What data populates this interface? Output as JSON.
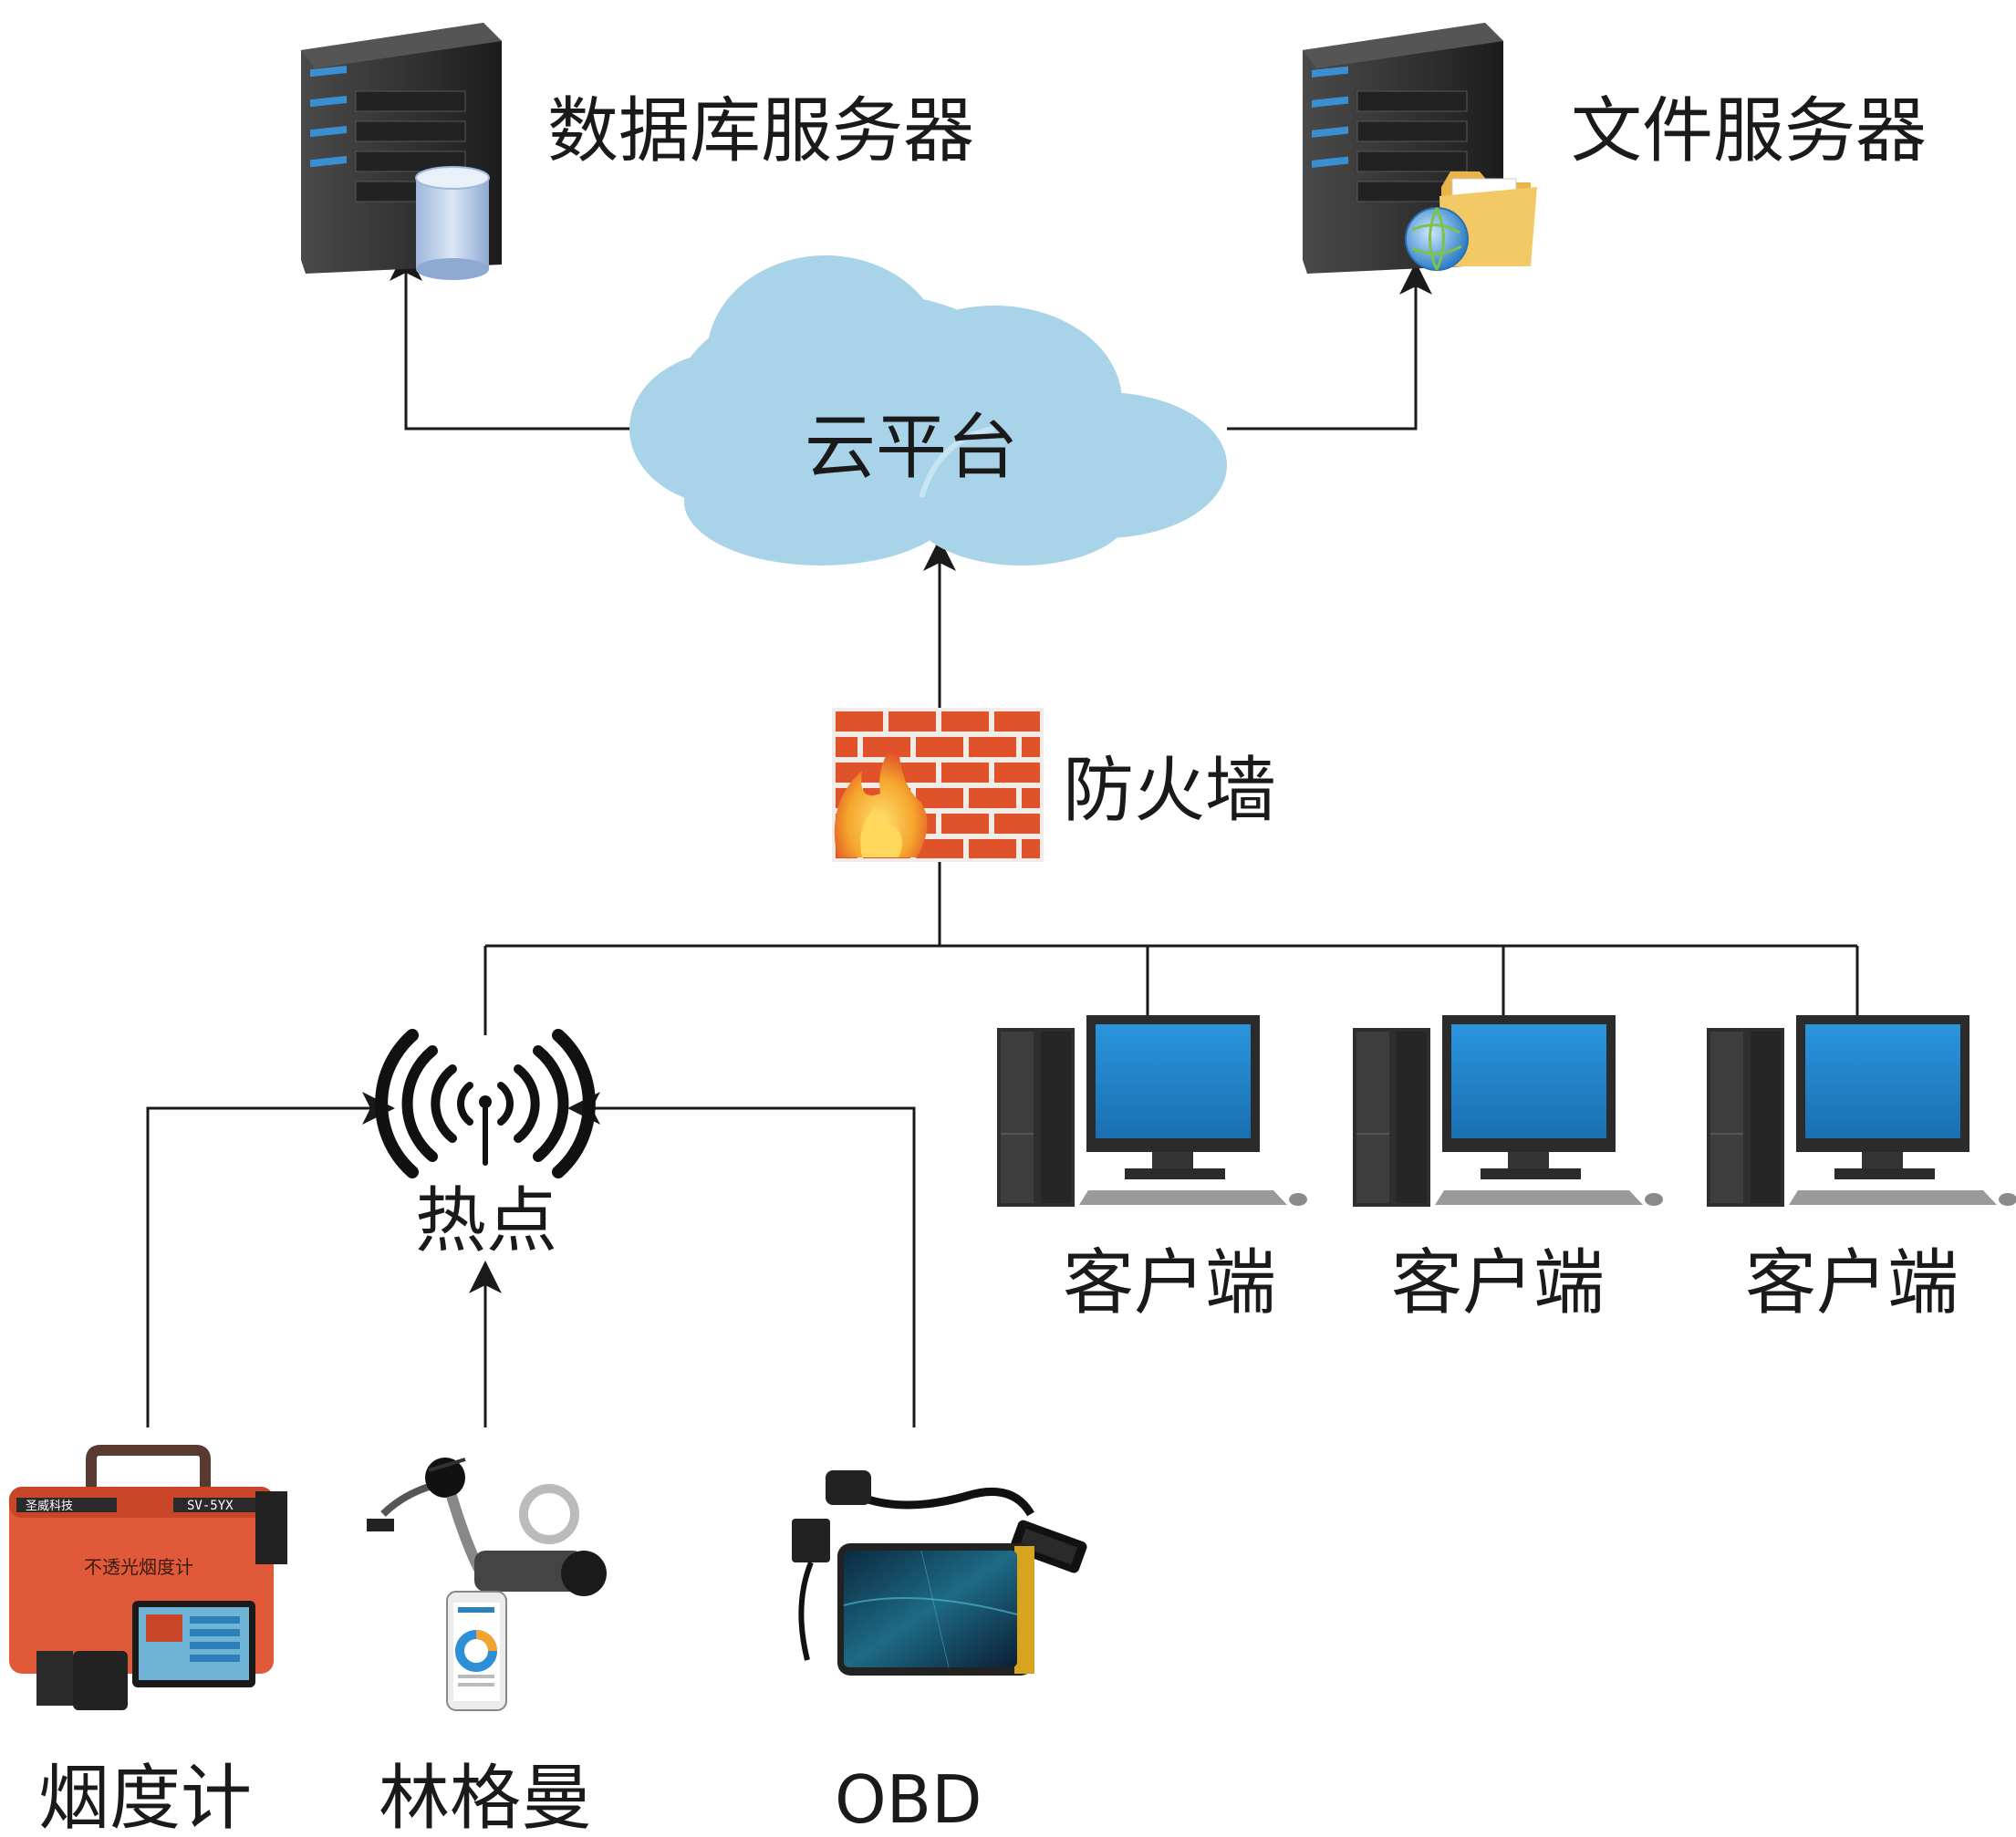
{
  "nodes": {
    "db_server": {
      "label": "数据库服务器"
    },
    "file_server": {
      "label": "文件服务器"
    },
    "cloud": {
      "label": "云平台"
    },
    "firewall": {
      "label": "防火墙"
    },
    "hotspot": {
      "label": "热点"
    },
    "clients": [
      {
        "label": "客户端"
      },
      {
        "label": "客户端"
      },
      {
        "label": "客户端"
      }
    ],
    "devices": [
      {
        "label": "烟度计",
        "panel_text": "不透光烟度计",
        "brand_text": "圣威科技",
        "model_text": "SV-5YX"
      },
      {
        "label": "林格曼"
      },
      {
        "label": "OBD"
      }
    ]
  },
  "colors": {
    "line": "#1a1a1a",
    "cloud": "#a9d3e8",
    "brick": "#e0532a",
    "server": "#2e2e2e",
    "screen": "#1e80c8",
    "device_case": "#e05a3a"
  }
}
